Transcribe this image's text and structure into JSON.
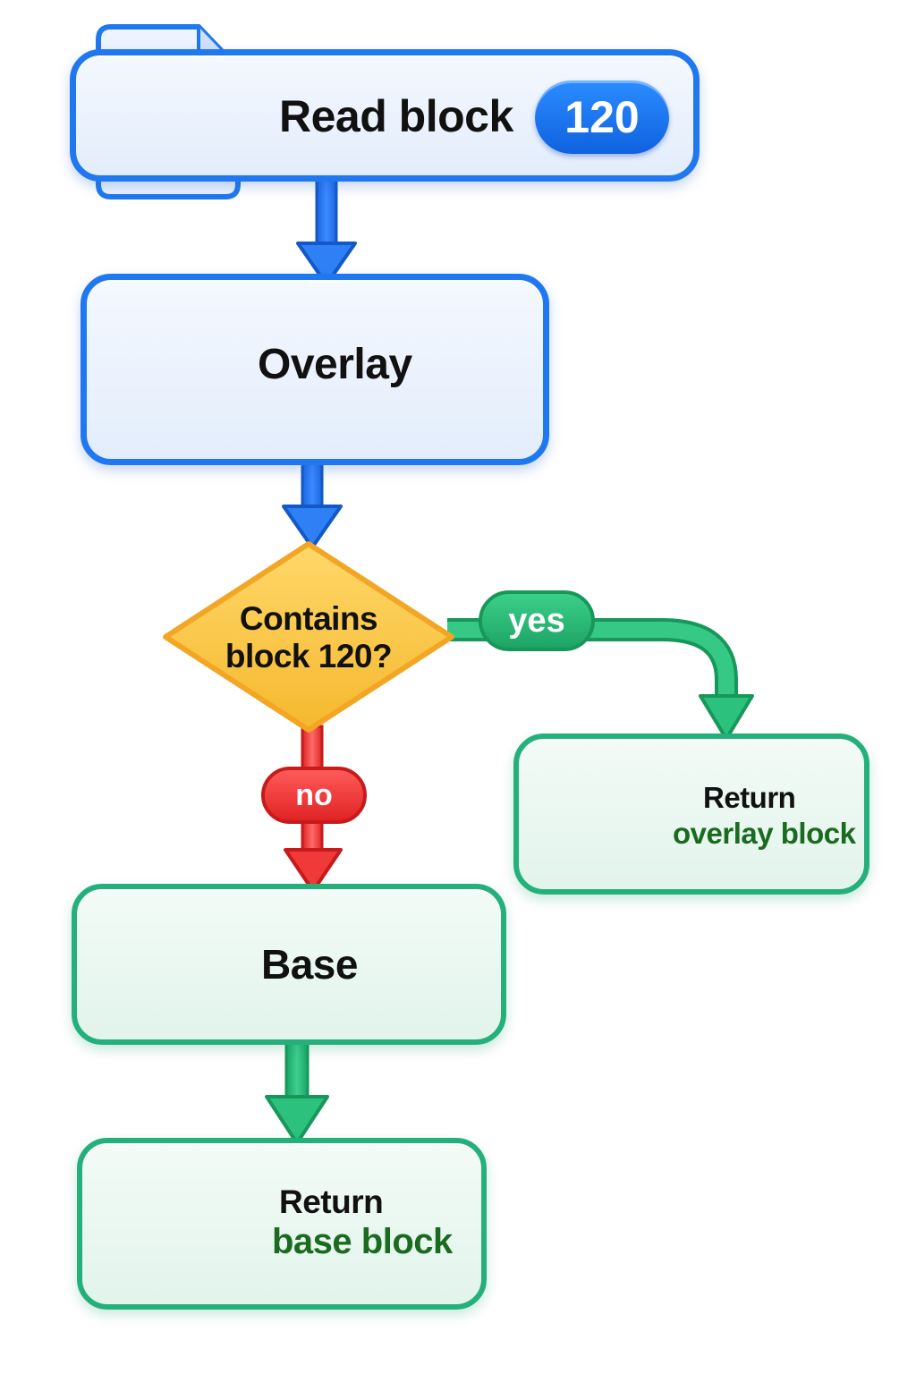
{
  "nodes": {
    "read_block": {
      "label": "Read block",
      "badge": "120"
    },
    "overlay": {
      "label": "Overlay"
    },
    "decision": {
      "line1": "Contains",
      "line2": "block 120?"
    },
    "return_overlay": {
      "line1": "Return",
      "line2": "overlay block"
    },
    "base": {
      "label": "Base"
    },
    "return_base": {
      "line1": "Return",
      "line2": "base block"
    }
  },
  "edges": {
    "yes_label": "yes",
    "no_label": "no"
  },
  "icons": {
    "read_block": "document-with-layers-icon",
    "overlay_layers": "layer-stack-icon",
    "overlay_search": "magnifier-disk-icon",
    "return_overlay": "blue-cube-icon",
    "base_db": "database-icon",
    "base_servers": "server-stack-icon",
    "return_base": "green-cube-icon"
  },
  "colors": {
    "blue": "#1f78f0",
    "green": "#23b07a",
    "red": "#e02424",
    "decision": "#ffc94d"
  }
}
